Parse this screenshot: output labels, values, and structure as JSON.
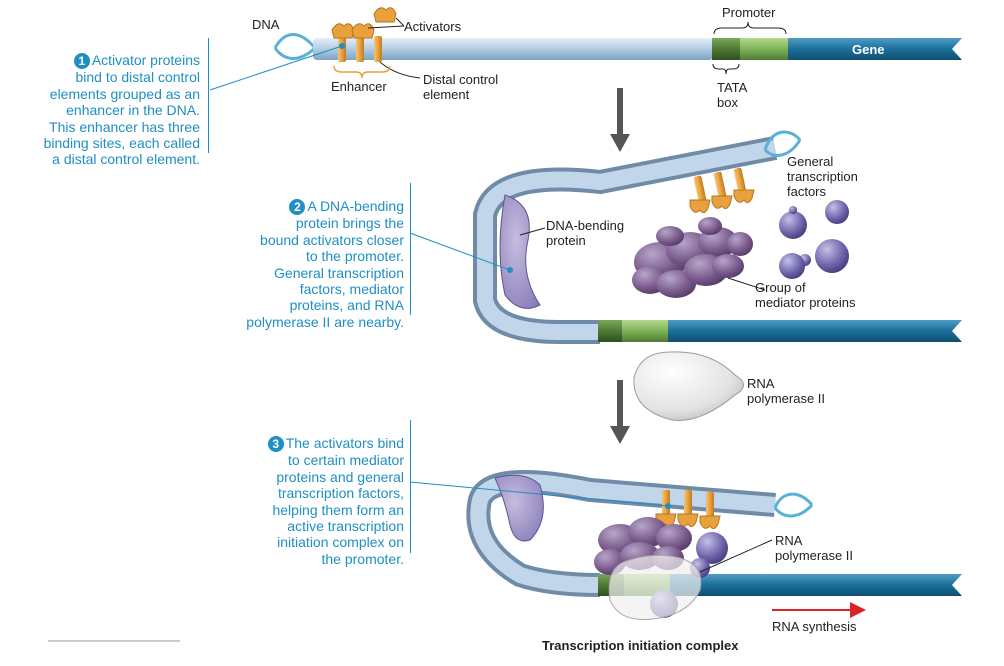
{
  "captions": {
    "step1": {
      "number": "1",
      "text": "Activator proteins\nbind to distal control\nelements grouped as an\nenhancer in the DNA.\nThis enhancer has three\nbinding sites, each called\na distal control element."
    },
    "step2": {
      "number": "2",
      "text": "A DNA-bending\nprotein brings the\nbound activators closer\nto the promoter.\nGeneral transcription\nfactors, mediator\nproteins, and RNA\npolymerase II are nearby."
    },
    "step3": {
      "number": "3",
      "text": "The activators bind\nto certain mediator\nproteins and general\ntranscription factors,\nhelping them form an\nactive transcription\ninitiation complex on\nthe promoter."
    }
  },
  "labels": {
    "dna": "DNA",
    "activators": "Activators",
    "promoter": "Promoter",
    "gene": "Gene",
    "enhancer": "Enhancer",
    "distal_control_element": "Distal control\nelement",
    "tata_box": "TATA\nbox",
    "general_transcription_factors": "General\ntranscription\nfactors",
    "dna_bending_protein": "DNA-bending\nprotein",
    "group_of_mediator_proteins": "Group of\nmediator proteins",
    "rna_polymerase_1": "RNA\npolymerase II",
    "rna_polymerase_2": "RNA\npolymerase II",
    "rna_synthesis": "RNA synthesis",
    "transcription_initiation_complex": "Transcription initiation complex"
  },
  "colors": {
    "caption_blue": "#1f8fc4",
    "dna_light": "#b9d3e8",
    "dna_dark": "#1b6f9a",
    "activator_orange": "#e8a13c",
    "promoter_green": "#7db356",
    "tata_green": "#4f7a35",
    "mediator_purple": "#7a5a8c",
    "gtf_purple": "#6e64aa",
    "rna_arrow_red": "#d9232a"
  }
}
